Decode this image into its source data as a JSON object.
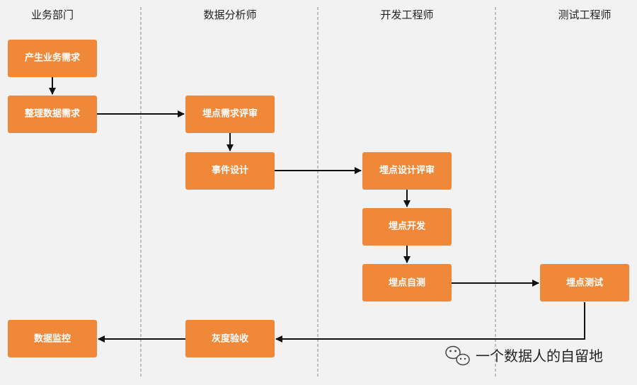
{
  "lanes": [
    {
      "id": "business",
      "title": "业务部门"
    },
    {
      "id": "analyst",
      "title": "数据分析师"
    },
    {
      "id": "dev",
      "title": "开发工程师"
    },
    {
      "id": "test",
      "title": "测试工程师"
    }
  ],
  "nodes": [
    {
      "id": "n1",
      "lane": "business",
      "label": "产生业务需求"
    },
    {
      "id": "n2",
      "lane": "business",
      "label": "整理数据需求"
    },
    {
      "id": "n3",
      "lane": "analyst",
      "label": "埋点需求评审"
    },
    {
      "id": "n4",
      "lane": "analyst",
      "label": "事件设计"
    },
    {
      "id": "n5",
      "lane": "dev",
      "label": "埋点设计评审"
    },
    {
      "id": "n6",
      "lane": "dev",
      "label": "埋点开发"
    },
    {
      "id": "n7",
      "lane": "dev",
      "label": "埋点自测"
    },
    {
      "id": "n8",
      "lane": "test",
      "label": "埋点测试"
    },
    {
      "id": "n9",
      "lane": "analyst",
      "label": "灰度验收"
    },
    {
      "id": "n10",
      "lane": "business",
      "label": "数据监控"
    }
  ],
  "edges": [
    {
      "from": "n1",
      "to": "n2"
    },
    {
      "from": "n2",
      "to": "n3"
    },
    {
      "from": "n3",
      "to": "n4"
    },
    {
      "from": "n4",
      "to": "n5"
    },
    {
      "from": "n5",
      "to": "n6"
    },
    {
      "from": "n6",
      "to": "n7"
    },
    {
      "from": "n7",
      "to": "n8"
    },
    {
      "from": "n8",
      "to": "n9"
    },
    {
      "from": "n9",
      "to": "n10"
    }
  ],
  "watermark": {
    "text": "一个数据人的自留地",
    "icon": "wechat-icon"
  },
  "colors": {
    "node_fill": "#f0883a",
    "node_text": "#ffffff",
    "edge": "#111111",
    "background": "#f2f2f2"
  }
}
